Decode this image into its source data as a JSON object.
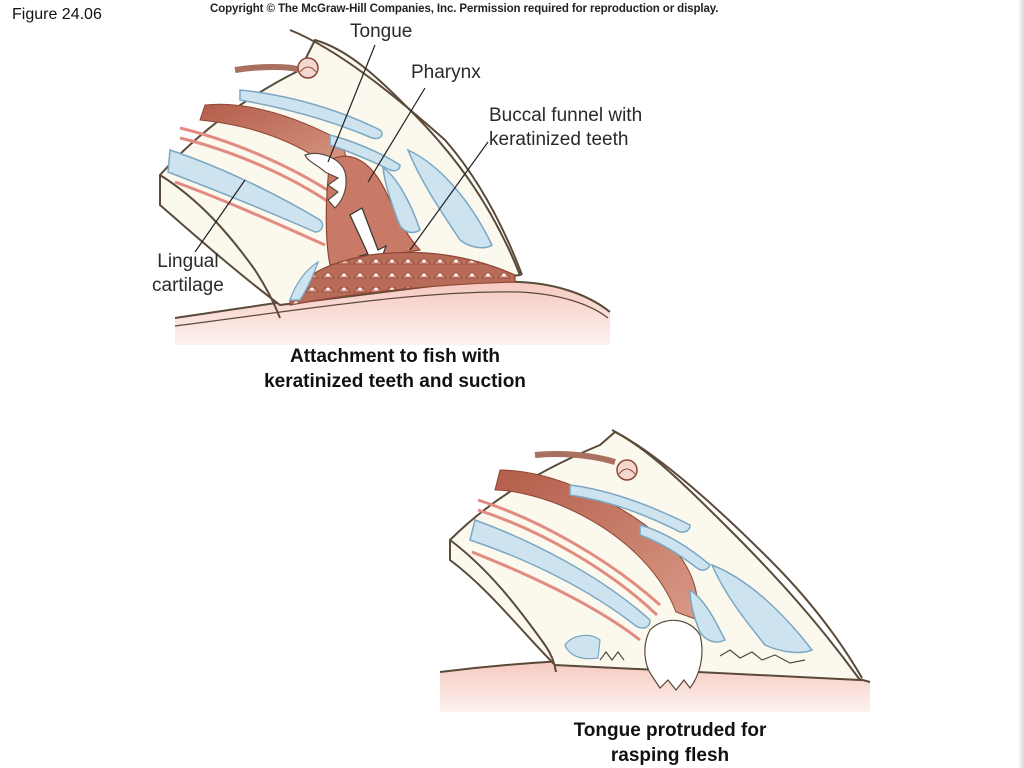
{
  "header": {
    "figure_label": "Figure 24.06",
    "copyright": "Copyright © The McGraw-Hill Companies, Inc. Permission required for reproduction or display."
  },
  "top_panel": {
    "labels": {
      "tongue": "Tongue",
      "pharynx": "Pharynx",
      "buccal_line1": "Buccal funnel with",
      "buccal_line2": "keratinized teeth",
      "lingual_line1": "Lingual",
      "lingual_line2": "cartilage"
    },
    "caption_line1": "Attachment to fish with",
    "caption_line2": "keratinized teeth and suction"
  },
  "bottom_panel": {
    "caption_line1": "Tongue protruded for",
    "caption_line2": "rasping flesh"
  },
  "colors": {
    "outline": "#5a4a3a",
    "cartilage_blue": "#cde3f0",
    "blue_stroke": "#7aa7c2",
    "muscle_red": "#c97a66",
    "muscle_dark": "#a95a48",
    "skin_pink": "#f4d8d0",
    "cream": "#fbf8ee",
    "teeth_white": "#ffffff"
  }
}
